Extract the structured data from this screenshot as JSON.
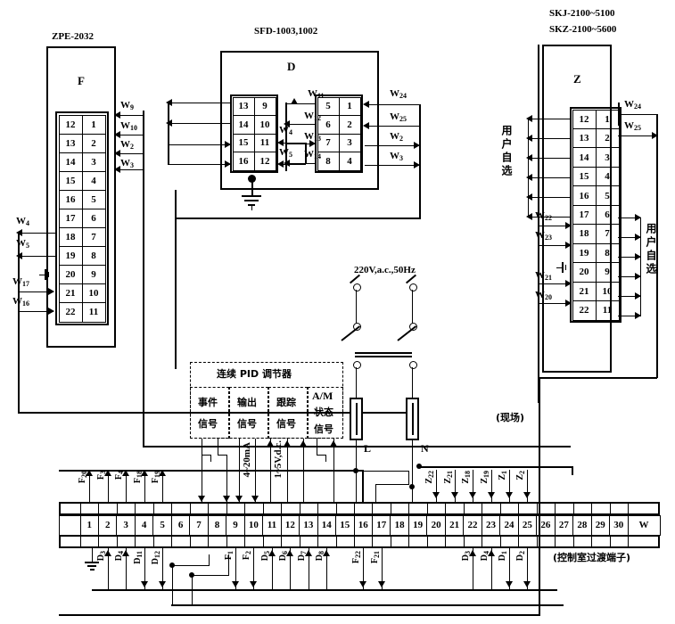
{
  "diagram": {
    "title_left": "ZPE-2032",
    "title_mid": "SFD-1003,1002",
    "title_right_1": "SKJ-2100~5100",
    "title_right_2": "SKZ-2100~5600",
    "field_note": "(现场)",
    "control_room_note": "(控制室过渡端子)",
    "power_label": "220V,a.c.,50Hz",
    "live_label": "L",
    "neutral_label": "N"
  },
  "unit_f": {
    "name": "F",
    "left_col": [
      "12",
      "13",
      "14",
      "15",
      "16",
      "17",
      "18",
      "19",
      "20",
      "21",
      "22"
    ],
    "right_col": [
      "1",
      "2",
      "3",
      "4",
      "5",
      "6",
      "7",
      "8",
      "9",
      "10",
      "11"
    ],
    "right_wires": [
      "W9",
      "W10",
      "W2",
      "W3"
    ],
    "left_wires": [
      "W4",
      "W5",
      "W17",
      "W16"
    ]
  },
  "unit_d": {
    "name": "D",
    "block_a_left": [
      "13",
      "14",
      "15",
      "16"
    ],
    "block_a_right": [
      "9",
      "10",
      "11",
      "12"
    ],
    "block_b_left": [
      "5",
      "6",
      "7",
      "8"
    ],
    "block_b_right": [
      "1",
      "2",
      "3",
      "4"
    ],
    "wires_mid": [
      "W4",
      "W5"
    ],
    "wires_b_left": [
      "W11",
      "W12",
      "W13",
      "W14"
    ],
    "wires_right": [
      "W24",
      "W25",
      "W2",
      "W3"
    ]
  },
  "unit_z": {
    "name": "Z",
    "left_col": [
      "12",
      "13",
      "14",
      "15",
      "16",
      "17",
      "18",
      "19",
      "20",
      "21",
      "22"
    ],
    "right_col": [
      "1",
      "2",
      "3",
      "4",
      "5",
      "6",
      "7",
      "8",
      "9",
      "10",
      "11"
    ],
    "user_select_left": "用户自选",
    "user_select_right": "用户自选",
    "left_wires": [
      "W22",
      "W23",
      "W21",
      "W20"
    ],
    "right_wires": [
      "W24",
      "W25"
    ]
  },
  "pid": {
    "title": "连续 PID 调节器",
    "sections": [
      {
        "l1": "事件",
        "l2": "信号"
      },
      {
        "l1": "输出",
        "l2": "信号"
      },
      {
        "l1": "跟踪",
        "l2": "信号"
      },
      {
        "l1": "A/M",
        "l2": "状态",
        "l3": "信号"
      }
    ],
    "range_current": "4~20mA",
    "range_voltage": "1~5V,d.c."
  },
  "terminal_strip": {
    "numbers": [
      "1",
      "2",
      "3",
      "4",
      "5",
      "6",
      "7",
      "8",
      "9",
      "10",
      "11",
      "12",
      "13",
      "14",
      "15",
      "16",
      "17",
      "18",
      "19",
      "20",
      "21",
      "22",
      "23",
      "24",
      "25",
      "26",
      "27",
      "28",
      "29",
      "30"
    ],
    "last_label": "W",
    "top_labels": [
      {
        "text": "F20",
        "term": 1
      },
      {
        "text": "F3",
        "term": 2
      },
      {
        "text": "F4",
        "term": 3
      },
      {
        "text": "F18",
        "term": 4
      },
      {
        "text": "F19",
        "term": 5
      },
      {
        "text": "Z22",
        "term": 20
      },
      {
        "text": "Z21",
        "term": 21
      },
      {
        "text": "Z18",
        "term": 22
      },
      {
        "text": "Z19",
        "term": 23
      },
      {
        "text": "Z1",
        "term": 24
      },
      {
        "text": "Z2",
        "term": 25
      }
    ],
    "bottom_labels": [
      {
        "text": "D3",
        "term": 2
      },
      {
        "text": "D4",
        "term": 3
      },
      {
        "text": "D11",
        "term": 4
      },
      {
        "text": "D12",
        "term": 5
      },
      {
        "text": "F1",
        "term": 9
      },
      {
        "text": "F2",
        "term": 10
      },
      {
        "text": "D5",
        "term": 11
      },
      {
        "text": "D6",
        "term": 12
      },
      {
        "text": "D7",
        "term": 13
      },
      {
        "text": "D8",
        "term": 14
      },
      {
        "text": "F22",
        "term": 16
      },
      {
        "text": "F21",
        "term": 17
      },
      {
        "text": "D3",
        "term": 22
      },
      {
        "text": "D4",
        "term": 23
      },
      {
        "text": "D1",
        "term": 24
      },
      {
        "text": "D2",
        "term": 25
      }
    ]
  }
}
